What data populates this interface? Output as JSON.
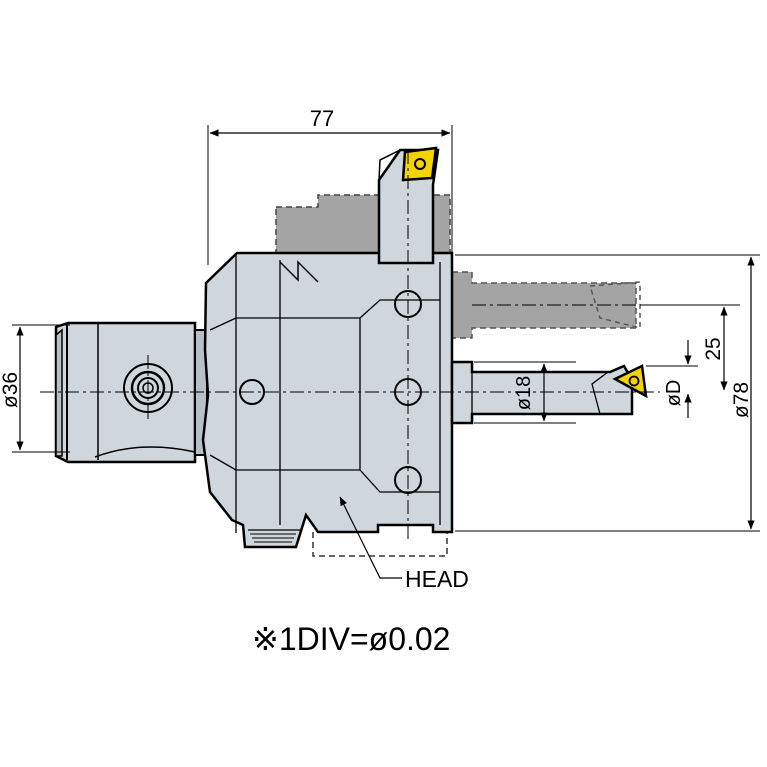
{
  "dimensions": {
    "width_label": "77",
    "shank_diameter": "ø36",
    "bore_diameter": "ø18",
    "offset": "25",
    "cut_diameter": "øD",
    "max_diameter": "ø78"
  },
  "callouts": {
    "head": "HEAD"
  },
  "footnote": "※1DIV=ø0.02",
  "colors": {
    "body": "#cfd6dc",
    "body_dark": "#b8c0c7",
    "ghost": "#a4a4a4",
    "insert": "#f3d400",
    "line": "#000000"
  }
}
